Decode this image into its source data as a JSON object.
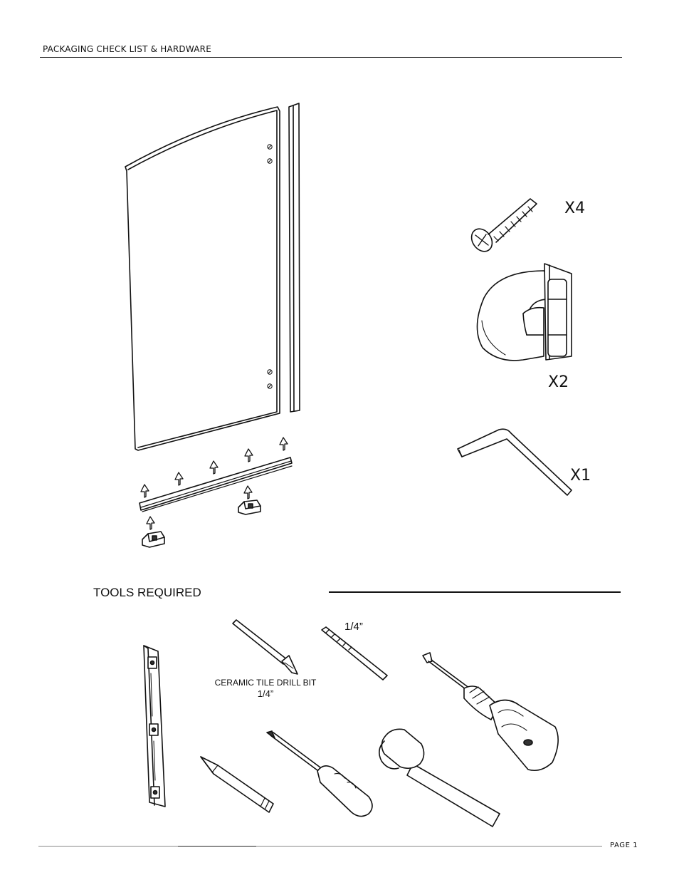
{
  "header": {
    "title": "PACKAGING CHECK LIST & HARDWARE"
  },
  "hardware": {
    "screw": {
      "qty": "X4",
      "icon": "screw-icon"
    },
    "hinge": {
      "qty": "X2",
      "icon": "hinge-icon"
    },
    "hex_key": {
      "qty": "X1",
      "icon": "hex-key-icon"
    }
  },
  "tools": {
    "title": "TOOLS REQUIRED",
    "ceramic_bit_label": "CERAMIC TILE DRILL BIT",
    "ceramic_bit_size": "1/4”",
    "drill_bit_size": "1/4”"
  },
  "footer": {
    "page": "PAGE 1"
  }
}
